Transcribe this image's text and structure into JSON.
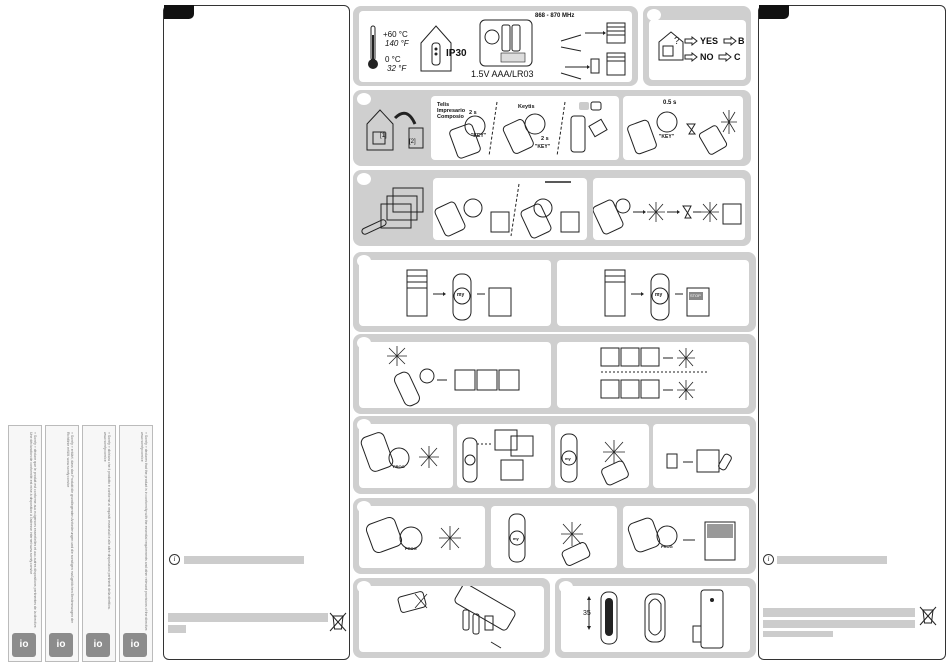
{
  "legal": {
    "blocks": [
      {
        "io": "io",
        "text": "« Somfy » déclare que le produit est conforme aux exigences essentielles et aux autres dispositions pertinentes de la directive. Une déclaration de conformité est mise à disposition à l'adresse internet www.somfy.com/ce"
      },
      {
        "io": "io",
        "text": "« Somfy » erklärt, dass das Produkt die grundlegenden Anforderungen und die sonstigen maßgeblichen Bestimmungen der Richtlinie erfüllt. www.somfy.com/ce"
      },
      {
        "io": "io",
        "text": "« Somfy » dichiara che il prodotto è conforme ai requisiti essenziali e alle altre disposizioni pertinenti della direttiva. www.somfy.com/ce"
      },
      {
        "io": "io",
        "text": "« Somfy » declares that the product is in conformity with the essential requirements and other relevant provisions of the directive. www.somfy.com/ce"
      }
    ]
  },
  "page1": {
    "tab_color": "#111111",
    "info_icon": "info-icon"
  },
  "page2": {
    "tab_color": "#111111",
    "info_icon": "info-icon"
  },
  "panel1": {
    "temp_hot_c": "+60 °C",
    "temp_hot_f": "140 °F",
    "temp_cold_c": "0 °C",
    "temp_cold_f": "32 °F",
    "ip_rating": "IP30",
    "frequency": "868 - 870 MHz",
    "battery": "1.5V AAA/LR03"
  },
  "panel1b": {
    "yes": "YES",
    "no": "NO",
    "target_yes": "B",
    "target_no": "C"
  },
  "panel2": {
    "house_left_label": "[1]",
    "house_right_label": "[2]",
    "telis_label": "Telis\nImpresario\nComposio",
    "keytis_label": "Keytis",
    "time_a": "2 s",
    "time_b": "2 s",
    "key_a": "\"KEY\"",
    "key_b": "\"KEY\"",
    "time_c": "0.5 s",
    "key_c": "\"KEY\""
  },
  "panel4": {
    "my_label": "my",
    "stop_label": "STOP"
  },
  "panel6": {
    "prog_label": "PROG",
    "my_label": "my"
  },
  "panel7": {
    "prog_label": "PROG",
    "my_label": "my"
  },
  "panel9": {
    "height_label": "35"
  }
}
